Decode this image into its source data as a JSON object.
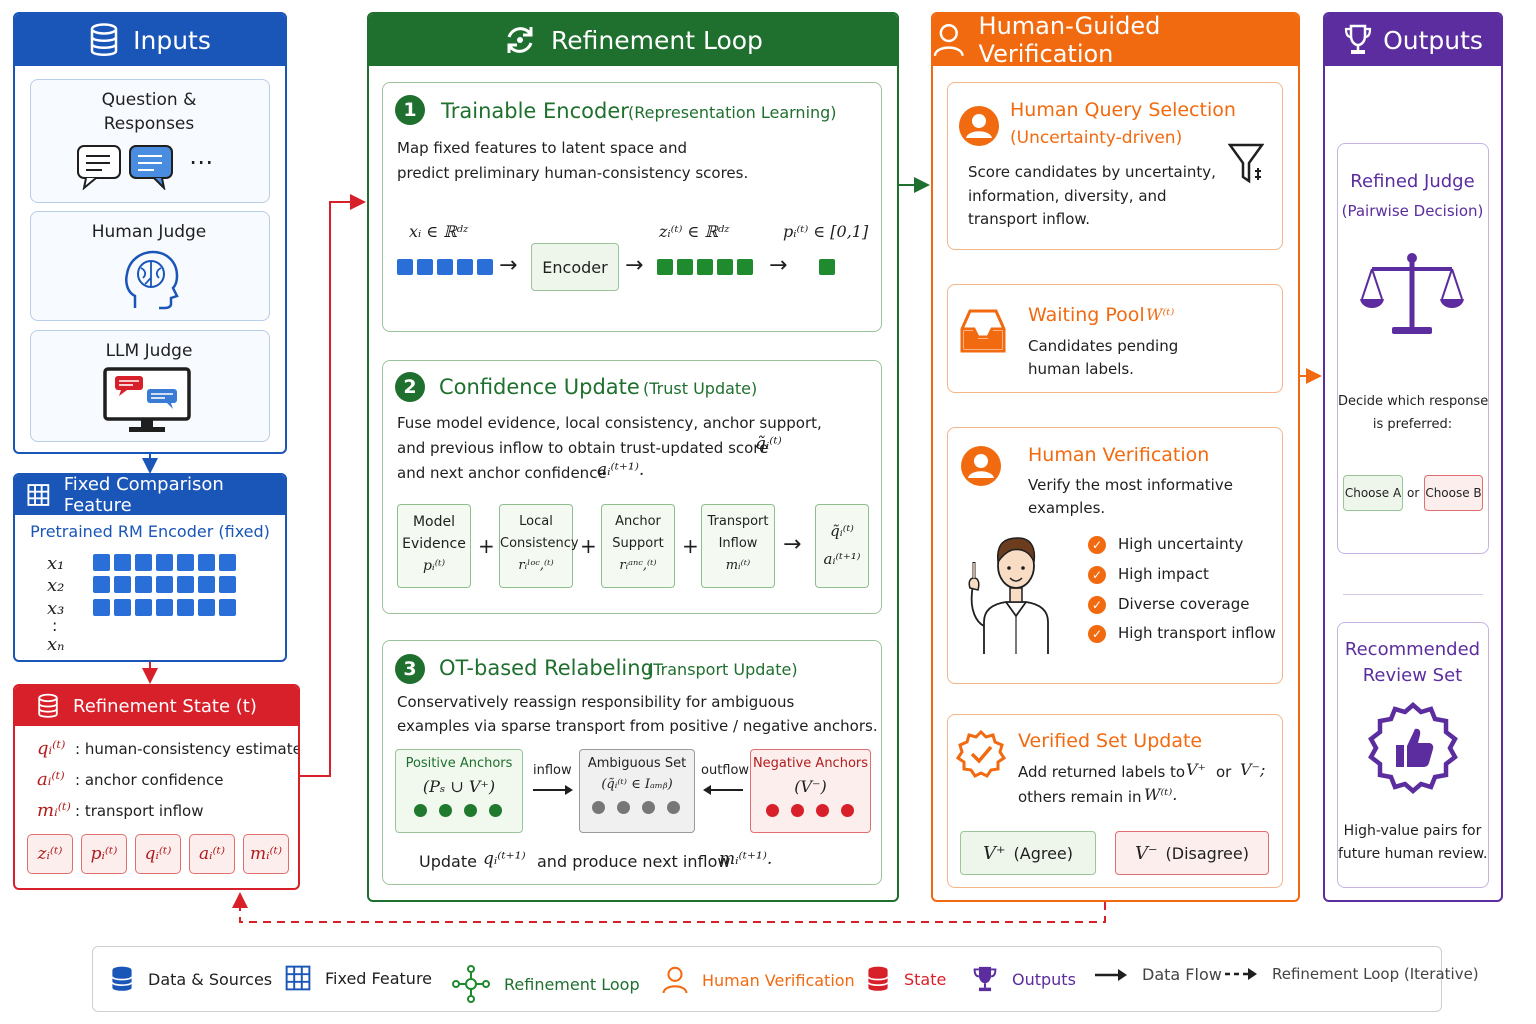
{
  "inputs": {
    "title": "Inputs",
    "qr_label_1": "Question &",
    "qr_label_2": "Responses",
    "ellipsis": "⋯",
    "human_judge": "Human Judge",
    "llm_judge": "LLM Judge"
  },
  "fixed": {
    "title": "Fixed Comparison Feature",
    "subtitle": "Pretrained RM Encoder (fixed)",
    "x1": "x₁",
    "x2": "x₂",
    "x3": "x₃",
    "dots": ":",
    "xn": "xₙ"
  },
  "state": {
    "title": "Refinement State (t)",
    "q_sym": "qᵢ⁽ᵗ⁾",
    "q_desc": ":  human-consistency estimate",
    "a_sym": "aᵢ⁽ᵗ⁾",
    "a_desc": ":  anchor confidence",
    "m_sym": "mᵢ⁽ᵗ⁾",
    "m_desc": ":  transport inflow",
    "chips": [
      "zᵢ⁽ᵗ⁾",
      "pᵢ⁽ᵗ⁾",
      "qᵢ⁽ᵗ⁾",
      "aᵢ⁽ᵗ⁾",
      "mᵢ⁽ᵗ⁾"
    ]
  },
  "loop": {
    "title": "Refinement Loop",
    "s1": {
      "num": "1",
      "title": "Trainable Encoder",
      "sub": "(Representation Learning)",
      "d1": "Map fixed features to latent space and",
      "d2": "predict preliminary human-consistency scores.",
      "xi": "xᵢ ∈ ℝᵈᶻ",
      "zi": "zᵢ⁽ᵗ⁾ ∈ ℝᵈᶻ",
      "pi": "pᵢ⁽ᵗ⁾ ∈ [0,1]",
      "encoder": "Encoder",
      "arrow": "→"
    },
    "s2": {
      "num": "2",
      "title": "Confidence Update",
      "sub": "(Trust Update)",
      "d1": "Fuse model evidence, local consistency, anchor support,",
      "d2": "and previous inflow to obtain trust-updated score",
      "d2m": "q̃ᵢ⁽ᵗ⁾",
      "d3": "and next anchor confidence",
      "d3m": "aᵢ⁽ᵗ⁺¹⁾.",
      "b1a": "Model",
      "b1b": "Evidence",
      "b1m": "pᵢ⁽ᵗ⁾",
      "b2a": "Local",
      "b2b": "Consistency",
      "b2m": "rᵢˡᵒᶜ,⁽ᵗ⁾",
      "b3a": "Anchor",
      "b3b": "Support",
      "b3m": "rᵢᵃⁿᶜ,⁽ᵗ⁾",
      "b4a": "Transport",
      "b4b": "Inflow",
      "b4m": "mᵢ⁽ᵗ⁾",
      "b5a": "q̃ᵢ⁽ᵗ⁾",
      "b5b": "aᵢ⁽ᵗ⁺¹⁾",
      "plus": "+",
      "arrow": "→"
    },
    "s3": {
      "num": "3",
      "title": "OT-based Relabeling",
      "sub": "(Transport Update)",
      "d1": "Conservatively reassign responsibility for ambiguous",
      "d2": "examples via sparse transport from positive / negative anchors.",
      "pos_title": "Positive Anchors",
      "pos_m": "(Pₛ ∪ V⁺)",
      "inflow": "inflow",
      "amb_title": "Ambiguous Set",
      "amb_m": "(q̃ᵢ⁽ᵗ⁾ ∈ Iₐₘᵦ)",
      "outflow": "outflow",
      "neg_title": "Negative Anchors",
      "neg_m": "(V⁻)",
      "u1": "Update",
      "u1m": "qᵢ⁽ᵗ⁺¹⁾",
      "u2": "and produce next inflow",
      "u2m": "mᵢ⁽ᵗ⁺¹⁾."
    }
  },
  "human": {
    "title": "Human-Guided Verification",
    "q_title": "Human Query Selection",
    "q_sub": "(Uncertainty-driven)",
    "q_d1": "Score candidates by uncertainty,",
    "q_d2": "information, diversity, and",
    "q_d3": "transport inflow.",
    "w_title": "Waiting Pool",
    "w_m": "W⁽ᵗ⁾",
    "w_d1": "Candidates pending",
    "w_d2": "human labels.",
    "v_title": "Human Verification",
    "v_d1": "Verify the most informative",
    "v_d2": "examples.",
    "checks": [
      "High uncertainty",
      "High impact",
      "Diverse coverage",
      "High transport inflow"
    ],
    "vs_title": "Verified Set Update",
    "vs_d1": "Add returned labels to",
    "vs_d1m1": "V⁺",
    "vs_d1or": "or",
    "vs_d1m2": "V⁻;",
    "vs_d2": "others remain in",
    "vs_d2m": "W⁽ᵗ⁾.",
    "agree_m": "V⁺",
    "agree": "(Agree)",
    "disagree_m": "V⁻",
    "disagree": "(Disagree)"
  },
  "outputs": {
    "title": "Outputs",
    "rj_title": "Refined Judge",
    "rj_sub": "(Pairwise Decision)",
    "rj_d1": "Decide which response",
    "rj_d2": "is preferred:",
    "choose_a": "Choose A",
    "or": "or",
    "choose_b": "Choose B",
    "rr_title1": "Recommended",
    "rr_title2": "Review Set",
    "rr_d1": "High-value pairs for",
    "rr_d2": "future human review."
  },
  "legend": {
    "data": "Data & Sources",
    "fixed": "Fixed Feature",
    "loop": "Refinement Loop",
    "human": "Human Verification",
    "state": "State",
    "outputs": "Outputs",
    "flow": "Data Flow",
    "iter": "Refinement Loop (Iterative)"
  },
  "colors": {
    "blue": "#1a55b8",
    "green": "#1f6f2e",
    "orange": "#f26a10",
    "red": "#d8202a",
    "purple": "#5b2d9e"
  },
  "icons": [
    "database-icon",
    "refresh-icon",
    "person-icon",
    "trophy-icon",
    "grid-icon",
    "brain-head-icon",
    "monitor-chat-icon",
    "funnel-icon",
    "inbox-icon",
    "badge-check-icon",
    "scale-icon",
    "thumbs-up-badge-icon",
    "network-icon"
  ]
}
